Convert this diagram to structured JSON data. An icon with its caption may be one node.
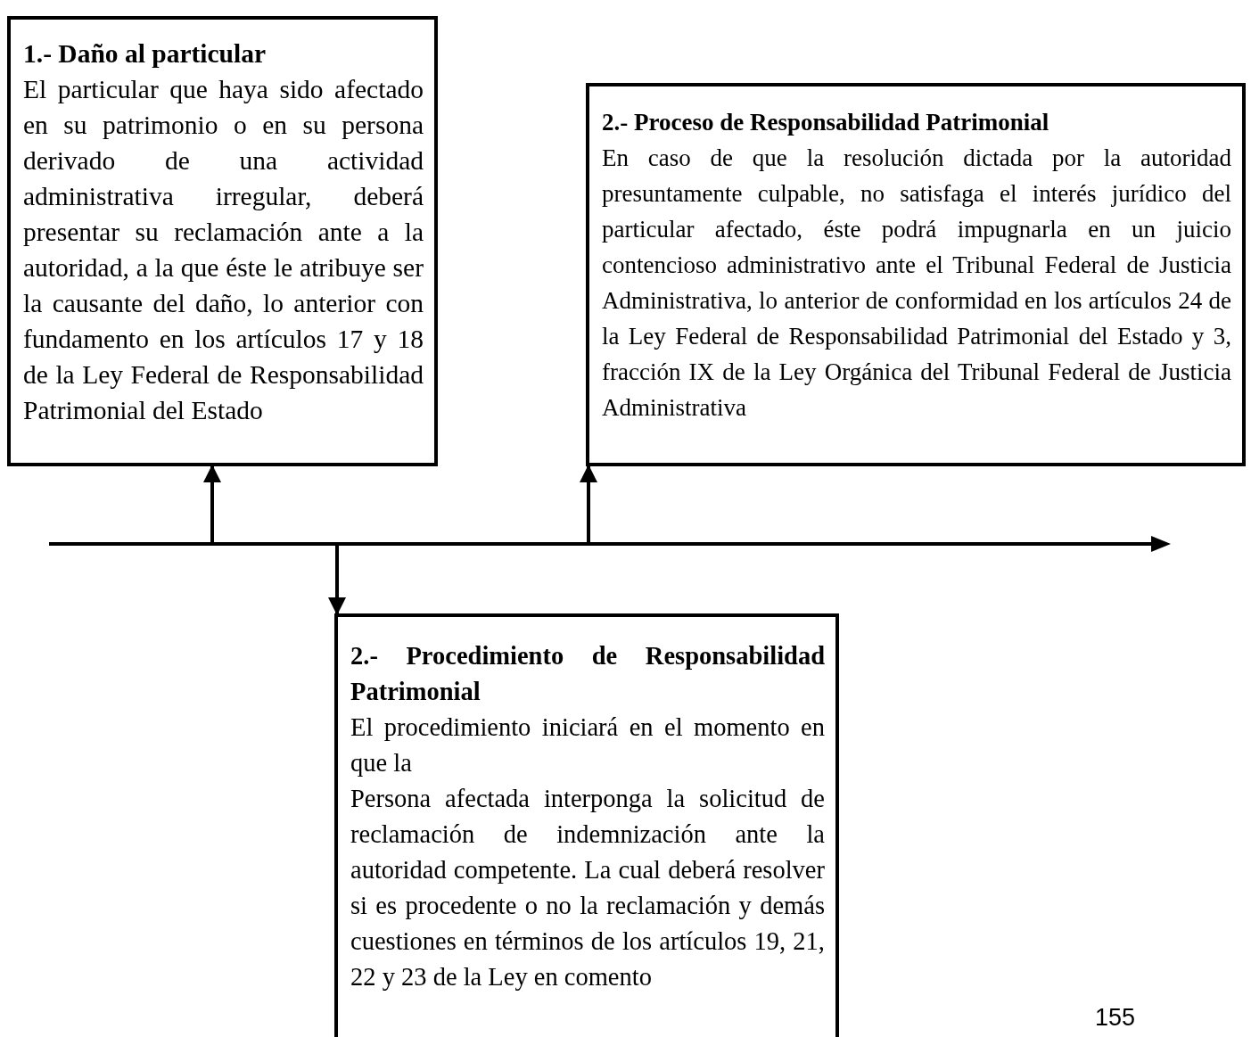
{
  "diagram": {
    "nodes": [
      {
        "text": [
          "1.- Daño al particular",
          "El particular que haya sido afectado en su patrimonio o en su persona derivado de una actividad administrativa irregular, deberá presentar su reclamación ante a la autoridad, a la que éste le atribuye ser la causante del daño, lo anterior con fundamento en los artículos 17 y 18 de la Ley Federal de Responsabilidad Patrimonial del Estado"
        ]
      },
      {
        "text": [
          "2.- Proceso de Responsabilidad Patrimonial",
          "En caso de que la resolución dictada por la autoridad presuntamente culpable, no satisfaga el interés jurídico del particular afectado, éste podrá impugnarla en un juicio contencioso administrativo ante el Tribunal Federal de Justicia Administrativa, lo anterior de conformidad en los artículos 24 de la Ley Federal de Responsabilidad Patrimonial del Estado y 3, fracción IX de la Ley Orgánica del Tribunal Federal de Justicia Administrativa"
        ]
      },
      {
        "text": [],
        "shape": "line"
      },
      {
        "text": [
          "2.- Procedimiento de Responsabilidad Patrimonial",
          "El procedimiento iniciará en el momento en que la",
          "Persona afectada interponga la solicitud de reclamación de indemnización ante la autoridad competente. La cual deberá resolver si es procedente o no la reclamación y demás cuestiones en términos de los artículos 19, 21, 22 y 23 de la Ley en comento"
        ]
      }
    ],
    "edges": [
      {
        "from": 2,
        "to": 0,
        "arrow": "to"
      },
      {
        "from": 2,
        "to": 3,
        "arrow": "to"
      },
      {
        "from": 2,
        "to": 1,
        "arrow": "to"
      }
    ],
    "labels": [
      "155"
    ]
  }
}
